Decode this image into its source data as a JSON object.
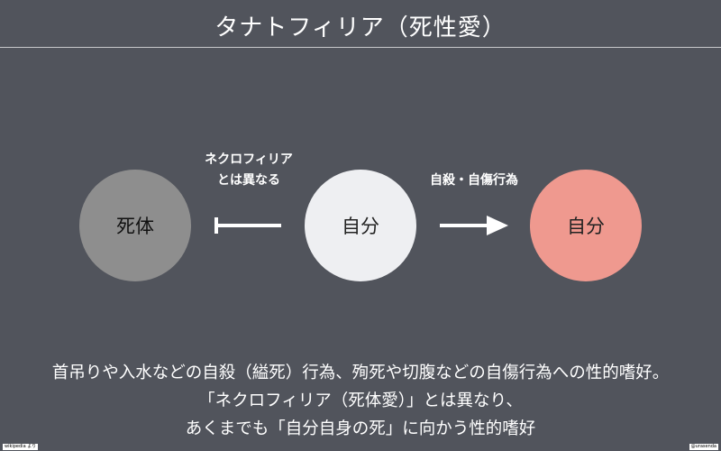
{
  "title": "タナトフィリア（死性愛）",
  "nodes": [
    {
      "label": "死体",
      "color": "#8e8e8e"
    },
    {
      "label": "自分",
      "color": "#eeeff2"
    },
    {
      "label": "自分",
      "color": "#ef998f"
    }
  ],
  "edges": [
    {
      "line1": "ネクロフィリア",
      "line2": "とは異なる",
      "type": "inhibit"
    },
    {
      "line1": "自殺・自傷行為",
      "type": "arrow"
    }
  ],
  "description": [
    "首吊りや入水などの自殺（縊死）行為、殉死や切腹などの自傷行為への性的嗜好。",
    "「ネクロフィリア（死体愛）」とは異なり、",
    "あくまでも「自分自身の死」に向かう性的嗜好"
  ],
  "footer": {
    "source": "wikipedia より",
    "credit": "@urasenda"
  }
}
